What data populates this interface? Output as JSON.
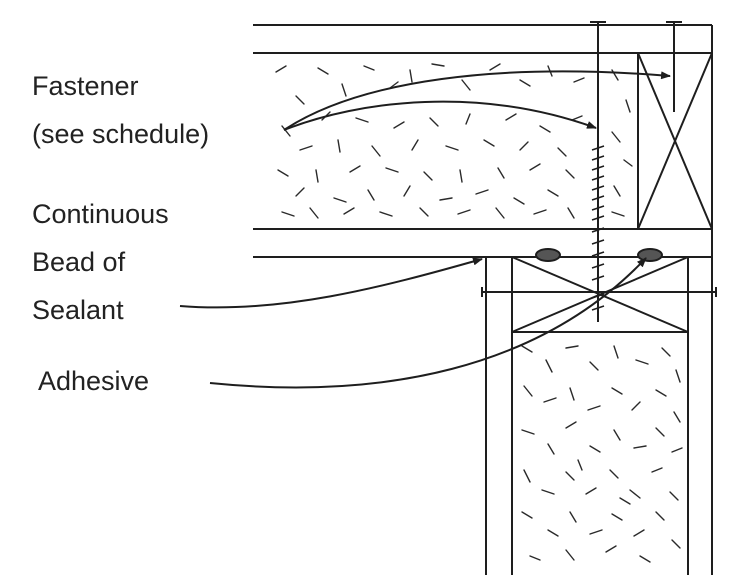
{
  "labels": {
    "fastener": [
      "Fastener",
      "(see schedule)"
    ],
    "sealant": [
      "Continuous",
      "Bead of",
      "Sealant"
    ],
    "adhesive": [
      "Adhesive"
    ]
  },
  "colors": {
    "line": "#1e1e1e",
    "background": "#ffffff"
  }
}
